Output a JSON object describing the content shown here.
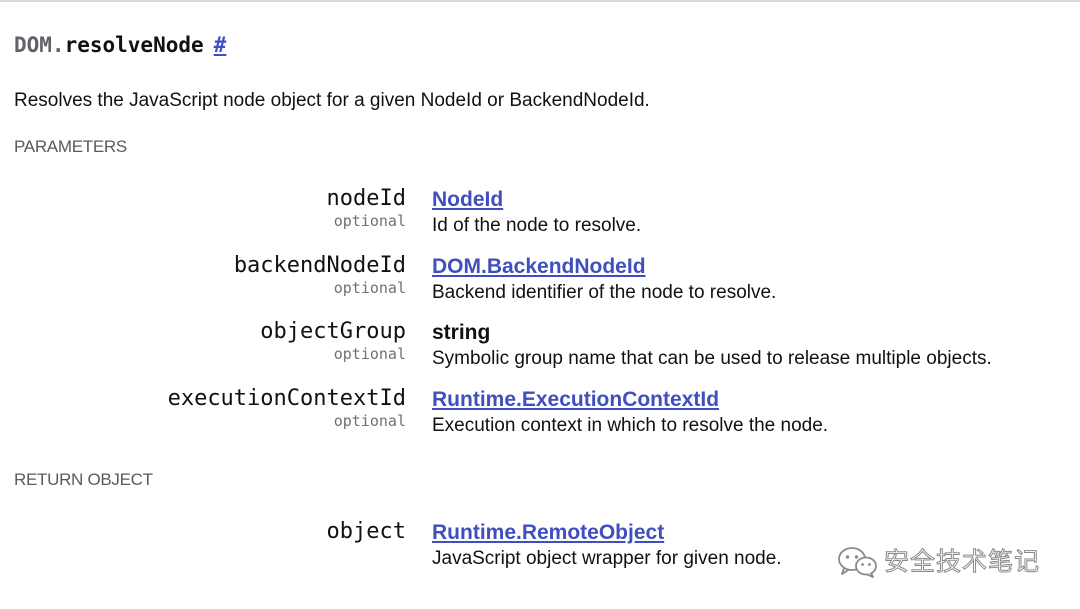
{
  "method": {
    "domain": "DOM.",
    "name": "resolveNode",
    "anchor": "#",
    "description": "Resolves the JavaScript node object for a given NodeId or BackendNodeId."
  },
  "sections": {
    "parameters": "PARAMETERS",
    "return_object": "RETURN OBJECT"
  },
  "parameters": [
    {
      "name": "nodeId",
      "optional": "optional",
      "type": "NodeId",
      "type_is_link": true,
      "description": "Id of the node to resolve."
    },
    {
      "name": "backendNodeId",
      "optional": "optional",
      "type": "DOM.BackendNodeId",
      "type_is_link": true,
      "description": "Backend identifier of the node to resolve."
    },
    {
      "name": "objectGroup",
      "optional": "optional",
      "type": "string",
      "type_is_link": false,
      "description": "Symbolic group name that can be used to release multiple objects."
    },
    {
      "name": "executionContextId",
      "optional": "optional",
      "type": "Runtime.ExecutionContextId",
      "type_is_link": true,
      "description": "Execution context in which to resolve the node."
    }
  ],
  "return_object": {
    "name": "object",
    "type": "Runtime.RemoteObject",
    "type_is_link": true,
    "description": "JavaScript object wrapper for given node."
  },
  "watermark": {
    "text": "安全技术笔记",
    "icon": "wechat-icon"
  },
  "colors": {
    "link": "#3f4fbf",
    "text": "#111111",
    "muted": "#707070",
    "heading": "#5a5a5a"
  }
}
